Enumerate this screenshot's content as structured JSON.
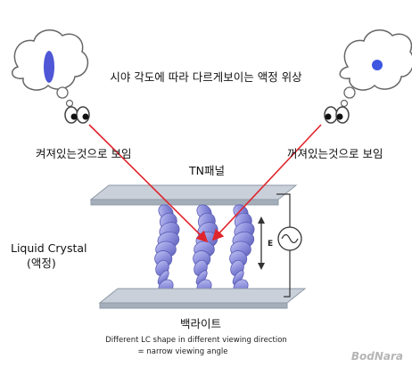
{
  "title": "시야 각도에 따라 다르게보이는 액정 위상",
  "left_view_label": "켜져있는것으로 보임",
  "right_view_label": "꺼져있는것으로 보임",
  "panel_label": "TN패널",
  "lc_label_line1": "Liquid Crystal",
  "lc_label_line2": "(액정)",
  "backlight_label": "백라이트",
  "caption_line1": "Different LC shape in different viewing direction",
  "caption_line2": "= narrow viewing angle",
  "field_label": "E",
  "watermark": "BodNara",
  "colors": {
    "panel": "#b9c2ce",
    "panel_edge": "#8f99a6",
    "molecule": "#8e8fdc",
    "molecule_dark": "#5d5fb8",
    "ray": "#e0242b",
    "circuit": "#333333",
    "ellipse_left": "#4f57d6",
    "dot_right": "#3d57e0"
  }
}
